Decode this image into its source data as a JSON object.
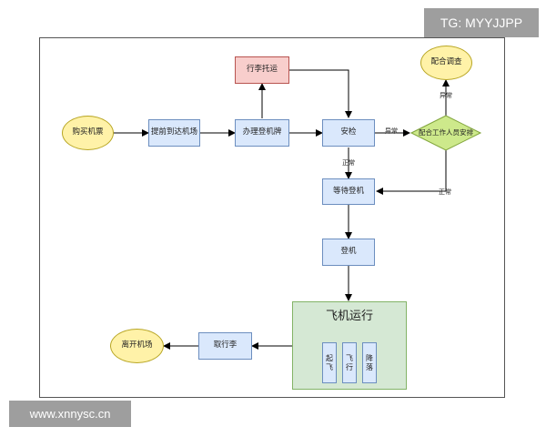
{
  "watermarks": {
    "top": "TG: MYYJJPP",
    "bottom": "www.xnnysc.cn"
  },
  "nodes": {
    "buy_ticket": "购买机票",
    "arrive_airport": "提前到达机场",
    "check_in": "办理登机牌",
    "baggage": "行李托运",
    "security": "安检",
    "staff_arrange": "配合工作人员安排",
    "cooperate_investigation": "配合调查",
    "wait_boarding": "等待登机",
    "boarding": "登机",
    "flight": "飞机运行",
    "takeoff": "起飞",
    "flying": "飞行",
    "landing": "降落",
    "baggage_claim": "取行李",
    "leave_airport": "离开机场"
  },
  "edge_labels": {
    "security_abnormal": "异常",
    "security_normal": "正常",
    "staff_abnormal": "异常",
    "staff_normal": "正常"
  },
  "colors": {
    "box_fill": "#dae8fc",
    "box_border": "#6c8ebf",
    "pink_fill": "#f8cecc",
    "ellipse_fill": "#fff2a8",
    "diamond_fill": "#cde98b",
    "green_fill": "#d5e8d4"
  }
}
